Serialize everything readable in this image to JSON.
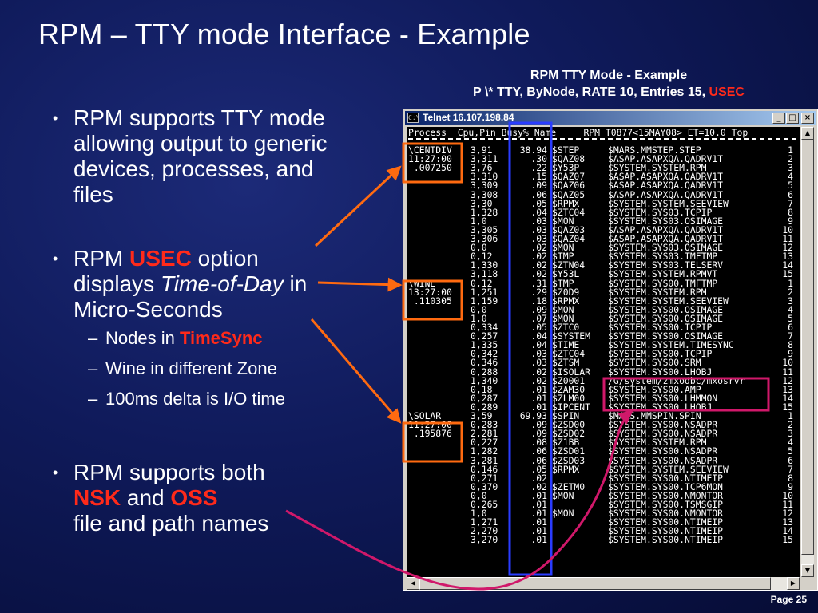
{
  "slide": {
    "title": "RPM – TTY mode Interface - Example",
    "caption_line1": "RPM TTY Mode - Example",
    "caption_line2_prefix": "P \\* TTY, ByNode, RATE 10, Entries 15, ",
    "caption_line2_highlight": "USEC",
    "page_label": "Page 25"
  },
  "bullets": [
    {
      "text": "RPM supports TTY mode allowing output to generic devices, processes, and files"
    },
    {
      "prefix": "RPM ",
      "highlight": "USEC",
      "suffix": " option displays ",
      "italic": "Time-of-Day",
      "tail": " in Micro-Seconds",
      "sub": [
        {
          "text": "Nodes in ",
          "highlight": "TimeSync"
        },
        {
          "text": "Wine in different Zone"
        },
        {
          "text": "100ms delta is I/O time"
        }
      ]
    },
    {
      "prefix": "RPM supports both ",
      "highlight1": "NSK",
      "mid": " and ",
      "highlight2": "OSS",
      "tail": "file and path names"
    }
  ],
  "window": {
    "title": "Telnet 16.107.198.84",
    "minimize": "_",
    "maximize": "□",
    "close": "×",
    "header": "Process  Cpu,Pin Busy% Name     RPM T0877<15MAY08> ET=10.0 Top",
    "rows": [
      {
        "node": "\\CENTDIV",
        "cpu": "3,91",
        "busy": "38.94",
        "name": "$STEP",
        "prog": "$MARS.MMSTEP.STEP",
        "top": "1"
      },
      {
        "node": "11:27:00",
        "cpu": "3,311",
        "busy": ".30",
        "name": "$QAZ08",
        "prog": "$ASAP.ASAPXQA.QADRV1T",
        "top": "2"
      },
      {
        "node": " .007250",
        "cpu": "3,76",
        "busy": ".22",
        "name": "$Y53P",
        "prog": "$SYSTEM.SYSTEM.RPM",
        "top": "3"
      },
      {
        "node": "",
        "cpu": "3,310",
        "busy": ".15",
        "name": "$QAZ07",
        "prog": "$ASAP.ASAPXQA.QADRV1T",
        "top": "4"
      },
      {
        "node": "",
        "cpu": "3,309",
        "busy": ".09",
        "name": "$QAZ06",
        "prog": "$ASAP.ASAPXQA.QADRV1T",
        "top": "5"
      },
      {
        "node": "",
        "cpu": "3,308",
        "busy": ".06",
        "name": "$QAZ05",
        "prog": "$ASAP.ASAPXQA.QADRV1T",
        "top": "6"
      },
      {
        "node": "",
        "cpu": "3,30",
        "busy": ".05",
        "name": "$RPMX",
        "prog": "$SYSTEM.SYSTEM.SEEVIEW",
        "top": "7"
      },
      {
        "node": "",
        "cpu": "1,328",
        "busy": ".04",
        "name": "$ZTC04",
        "prog": "$SYSTEM.SYS03.TCPIP",
        "top": "8"
      },
      {
        "node": "",
        "cpu": "1,0",
        "busy": ".03",
        "name": "$MON",
        "prog": "$SYSTEM.SYS03.OSIMAGE",
        "top": "9"
      },
      {
        "node": "",
        "cpu": "3,305",
        "busy": ".03",
        "name": "$QAZ03",
        "prog": "$ASAP.ASAPXQA.QADRV1T",
        "top": "10"
      },
      {
        "node": "",
        "cpu": "3,306",
        "busy": ".03",
        "name": "$QAZ04",
        "prog": "$ASAP.ASAPXQA.QADRV1T",
        "top": "11"
      },
      {
        "node": "",
        "cpu": "0,0",
        "busy": ".02",
        "name": "$MON",
        "prog": "$SYSTEM.SYS03.OSIMAGE",
        "top": "12"
      },
      {
        "node": "",
        "cpu": "0,12",
        "busy": ".02",
        "name": "$TMP",
        "prog": "$SYSTEM.SYS03.TMFTMP",
        "top": "13"
      },
      {
        "node": "",
        "cpu": "1,330",
        "busy": ".02",
        "name": "$ZTN04",
        "prog": "$SYSTEM.SYS03.TELSERV",
        "top": "14"
      },
      {
        "node": "",
        "cpu": "3,118",
        "busy": ".02",
        "name": "$Y53L",
        "prog": "$SYSTEM.SYSTEM.RPMVT",
        "top": "15"
      },
      {
        "node": "\\WINE",
        "cpu": "0,12",
        "busy": ".31",
        "name": "$TMP",
        "prog": "$SYSTEM.SYS00.TMFTMP",
        "top": "1"
      },
      {
        "node": "13:27:00",
        "cpu": "1,251",
        "busy": ".29",
        "name": "$Z0D9",
        "prog": "$SYSTEM.SYSTEM.RPM",
        "top": "2"
      },
      {
        "node": " .110305",
        "cpu": "1,159",
        "busy": ".18",
        "name": "$RPMX",
        "prog": "$SYSTEM.SYSTEM.SEEVIEW",
        "top": "3"
      },
      {
        "node": "",
        "cpu": "0,0",
        "busy": ".09",
        "name": "$MON",
        "prog": "$SYSTEM.SYS00.OSIMAGE",
        "top": "4"
      },
      {
        "node": "",
        "cpu": "1,0",
        "busy": ".07",
        "name": "$MON",
        "prog": "$SYSTEM.SYS00.OSIMAGE",
        "top": "5"
      },
      {
        "node": "",
        "cpu": "0,334",
        "busy": ".05",
        "name": "$ZTC0",
        "prog": "$SYSTEM.SYS00.TCPIP",
        "top": "6"
      },
      {
        "node": "",
        "cpu": "0,257",
        "busy": ".04",
        "name": "$SYSTEM",
        "prog": "$SYSTEM.SYS00.OSIMAGE",
        "top": "7"
      },
      {
        "node": "",
        "cpu": "1,335",
        "busy": ".04",
        "name": "$TIME",
        "prog": "$SYSTEM.SYSTEM.TIMESYNC",
        "top": "8"
      },
      {
        "node": "",
        "cpu": "0,342",
        "busy": ".03",
        "name": "$ZTC04",
        "prog": "$SYSTEM.SYS00.TCPIP",
        "top": "9"
      },
      {
        "node": "",
        "cpu": "0,346",
        "busy": ".03",
        "name": "$ZTSM",
        "prog": "$SYSTEM.SYS00.SRM",
        "top": "10"
      },
      {
        "node": "",
        "cpu": "0,288",
        "busy": ".02",
        "name": "$ISOLAR",
        "prog": "$SYSTEM.SYS00.LHOBJ",
        "top": "11"
      },
      {
        "node": "",
        "cpu": "1,340",
        "busy": ".02",
        "name": "$Z0001",
        "prog": "/G/system/zmxodbc/mxosrvr",
        "top": "12"
      },
      {
        "node": "",
        "cpu": "0,18",
        "busy": ".01",
        "name": "$ZAM30",
        "prog": "$SYSTEM.SYS00.AMP",
        "top": "13"
      },
      {
        "node": "",
        "cpu": "0,287",
        "busy": ".01",
        "name": "$ZLM00",
        "prog": "$SYSTEM.SYS00.LHMMON",
        "top": "14"
      },
      {
        "node": "",
        "cpu": "0,289",
        "busy": ".01",
        "name": "$IPCENT",
        "prog": "$SYSTEM.SYS00.LHOBJ",
        "top": "15"
      },
      {
        "node": "\\SOLAR",
        "cpu": "3,59",
        "busy": "69.93",
        "name": "$SPIN",
        "prog": "$MARS.MMSPIN.SPIN",
        "top": "1"
      },
      {
        "node": "11:27:00",
        "cpu": "0,283",
        "busy": ".09",
        "name": "$ZSD00",
        "prog": "$SYSTEM.SYS00.NSADPR",
        "top": "2"
      },
      {
        "node": " .195876",
        "cpu": "2,281",
        "busy": ".09",
        "name": "$ZSD02",
        "prog": "$SYSTEM.SYS00.NSADPR",
        "top": "3"
      },
      {
        "node": "",
        "cpu": "0,227",
        "busy": ".08",
        "name": "$Z1BB",
        "prog": "$SYSTEM.SYSTEM.RPM",
        "top": "4"
      },
      {
        "node": "",
        "cpu": "1,282",
        "busy": ".06",
        "name": "$ZSD01",
        "prog": "$SYSTEM.SYS00.NSADPR",
        "top": "5"
      },
      {
        "node": "",
        "cpu": "3,281",
        "busy": ".06",
        "name": "$ZSD03",
        "prog": "$SYSTEM.SYS00.NSADPR",
        "top": "6"
      },
      {
        "node": "",
        "cpu": "0,146",
        "busy": ".05",
        "name": "$RPMX",
        "prog": "$SYSTEM.SYSTEM.SEEVIEW",
        "top": "7"
      },
      {
        "node": "",
        "cpu": "0,271",
        "busy": ".02",
        "name": "",
        "prog": "$SYSTEM.SYS00.NTIMEIP",
        "top": "8"
      },
      {
        "node": "",
        "cpu": "0,370",
        "busy": ".02",
        "name": "$ZETM0",
        "prog": "$SYSTEM.SYS00.TCP6MON",
        "top": "9"
      },
      {
        "node": "",
        "cpu": "0,0",
        "busy": ".01",
        "name": "$MON",
        "prog": "$SYSTEM.SYS00.NMONTOR",
        "top": "10"
      },
      {
        "node": "",
        "cpu": "0,265",
        "busy": ".01",
        "name": "",
        "prog": "$SYSTEM.SYS00.TSMSGIP",
        "top": "11"
      },
      {
        "node": "",
        "cpu": "1,0",
        "busy": ".01",
        "name": "$MON",
        "prog": "$SYSTEM.SYS00.NMONTOR",
        "top": "12"
      },
      {
        "node": "",
        "cpu": "1,271",
        "busy": ".01",
        "name": "",
        "prog": "$SYSTEM.SYS00.NTIMEIP",
        "top": "13"
      },
      {
        "node": "",
        "cpu": "2,270",
        "busy": ".01",
        "name": "",
        "prog": "$SYSTEM.SYS00.NTIMEIP",
        "top": "14"
      },
      {
        "node": "",
        "cpu": "3,270",
        "busy": ".01",
        "name": "",
        "prog": "$SYSTEM.SYS00.NTIMEIP",
        "top": "15"
      }
    ]
  },
  "colors": {
    "highlight_red": "#ff2a1a",
    "annotation_orange": "#ff6a10",
    "annotation_blue": "#2a3cff",
    "annotation_magenta": "#d0186a"
  }
}
